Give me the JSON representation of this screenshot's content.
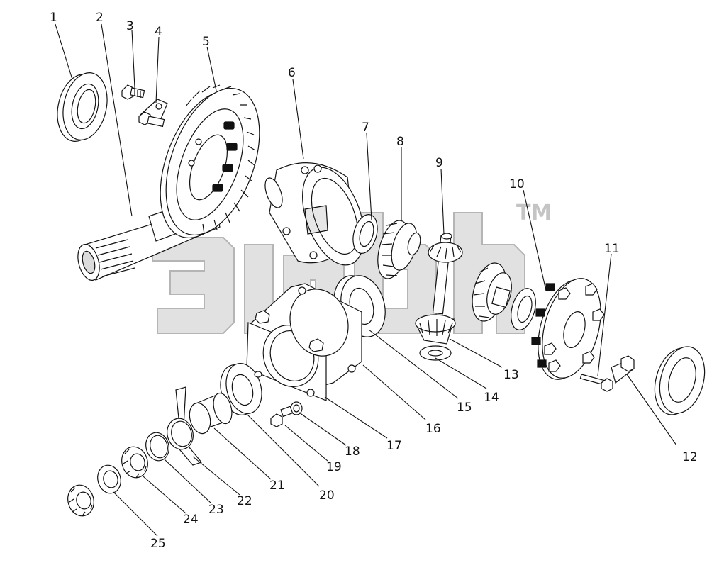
{
  "diagram": {
    "watermark_mark": "TM",
    "callouts": [
      {
        "id": "callout-1",
        "label": "1"
      },
      {
        "id": "callout-2",
        "label": "2"
      },
      {
        "id": "callout-3",
        "label": "3"
      },
      {
        "id": "callout-4",
        "label": "4"
      },
      {
        "id": "callout-5",
        "label": "5"
      },
      {
        "id": "callout-6",
        "label": "6"
      },
      {
        "id": "callout-7",
        "label": "7"
      },
      {
        "id": "callout-8",
        "label": "8"
      },
      {
        "id": "callout-9",
        "label": "9"
      },
      {
        "id": "callout-10",
        "label": "10"
      },
      {
        "id": "callout-11",
        "label": "11"
      },
      {
        "id": "callout-12",
        "label": "12"
      },
      {
        "id": "callout-13",
        "label": "13"
      },
      {
        "id": "callout-14",
        "label": "14"
      },
      {
        "id": "callout-15",
        "label": "15"
      },
      {
        "id": "callout-16",
        "label": "16"
      },
      {
        "id": "callout-17",
        "label": "17"
      },
      {
        "id": "callout-18",
        "label": "18"
      },
      {
        "id": "callout-19",
        "label": "19"
      },
      {
        "id": "callout-20",
        "label": "20"
      },
      {
        "id": "callout-21",
        "label": "21"
      },
      {
        "id": "callout-22",
        "label": "22"
      },
      {
        "id": "callout-23",
        "label": "23"
      },
      {
        "id": "callout-24",
        "label": "24"
      },
      {
        "id": "callout-25",
        "label": "25"
      }
    ]
  }
}
